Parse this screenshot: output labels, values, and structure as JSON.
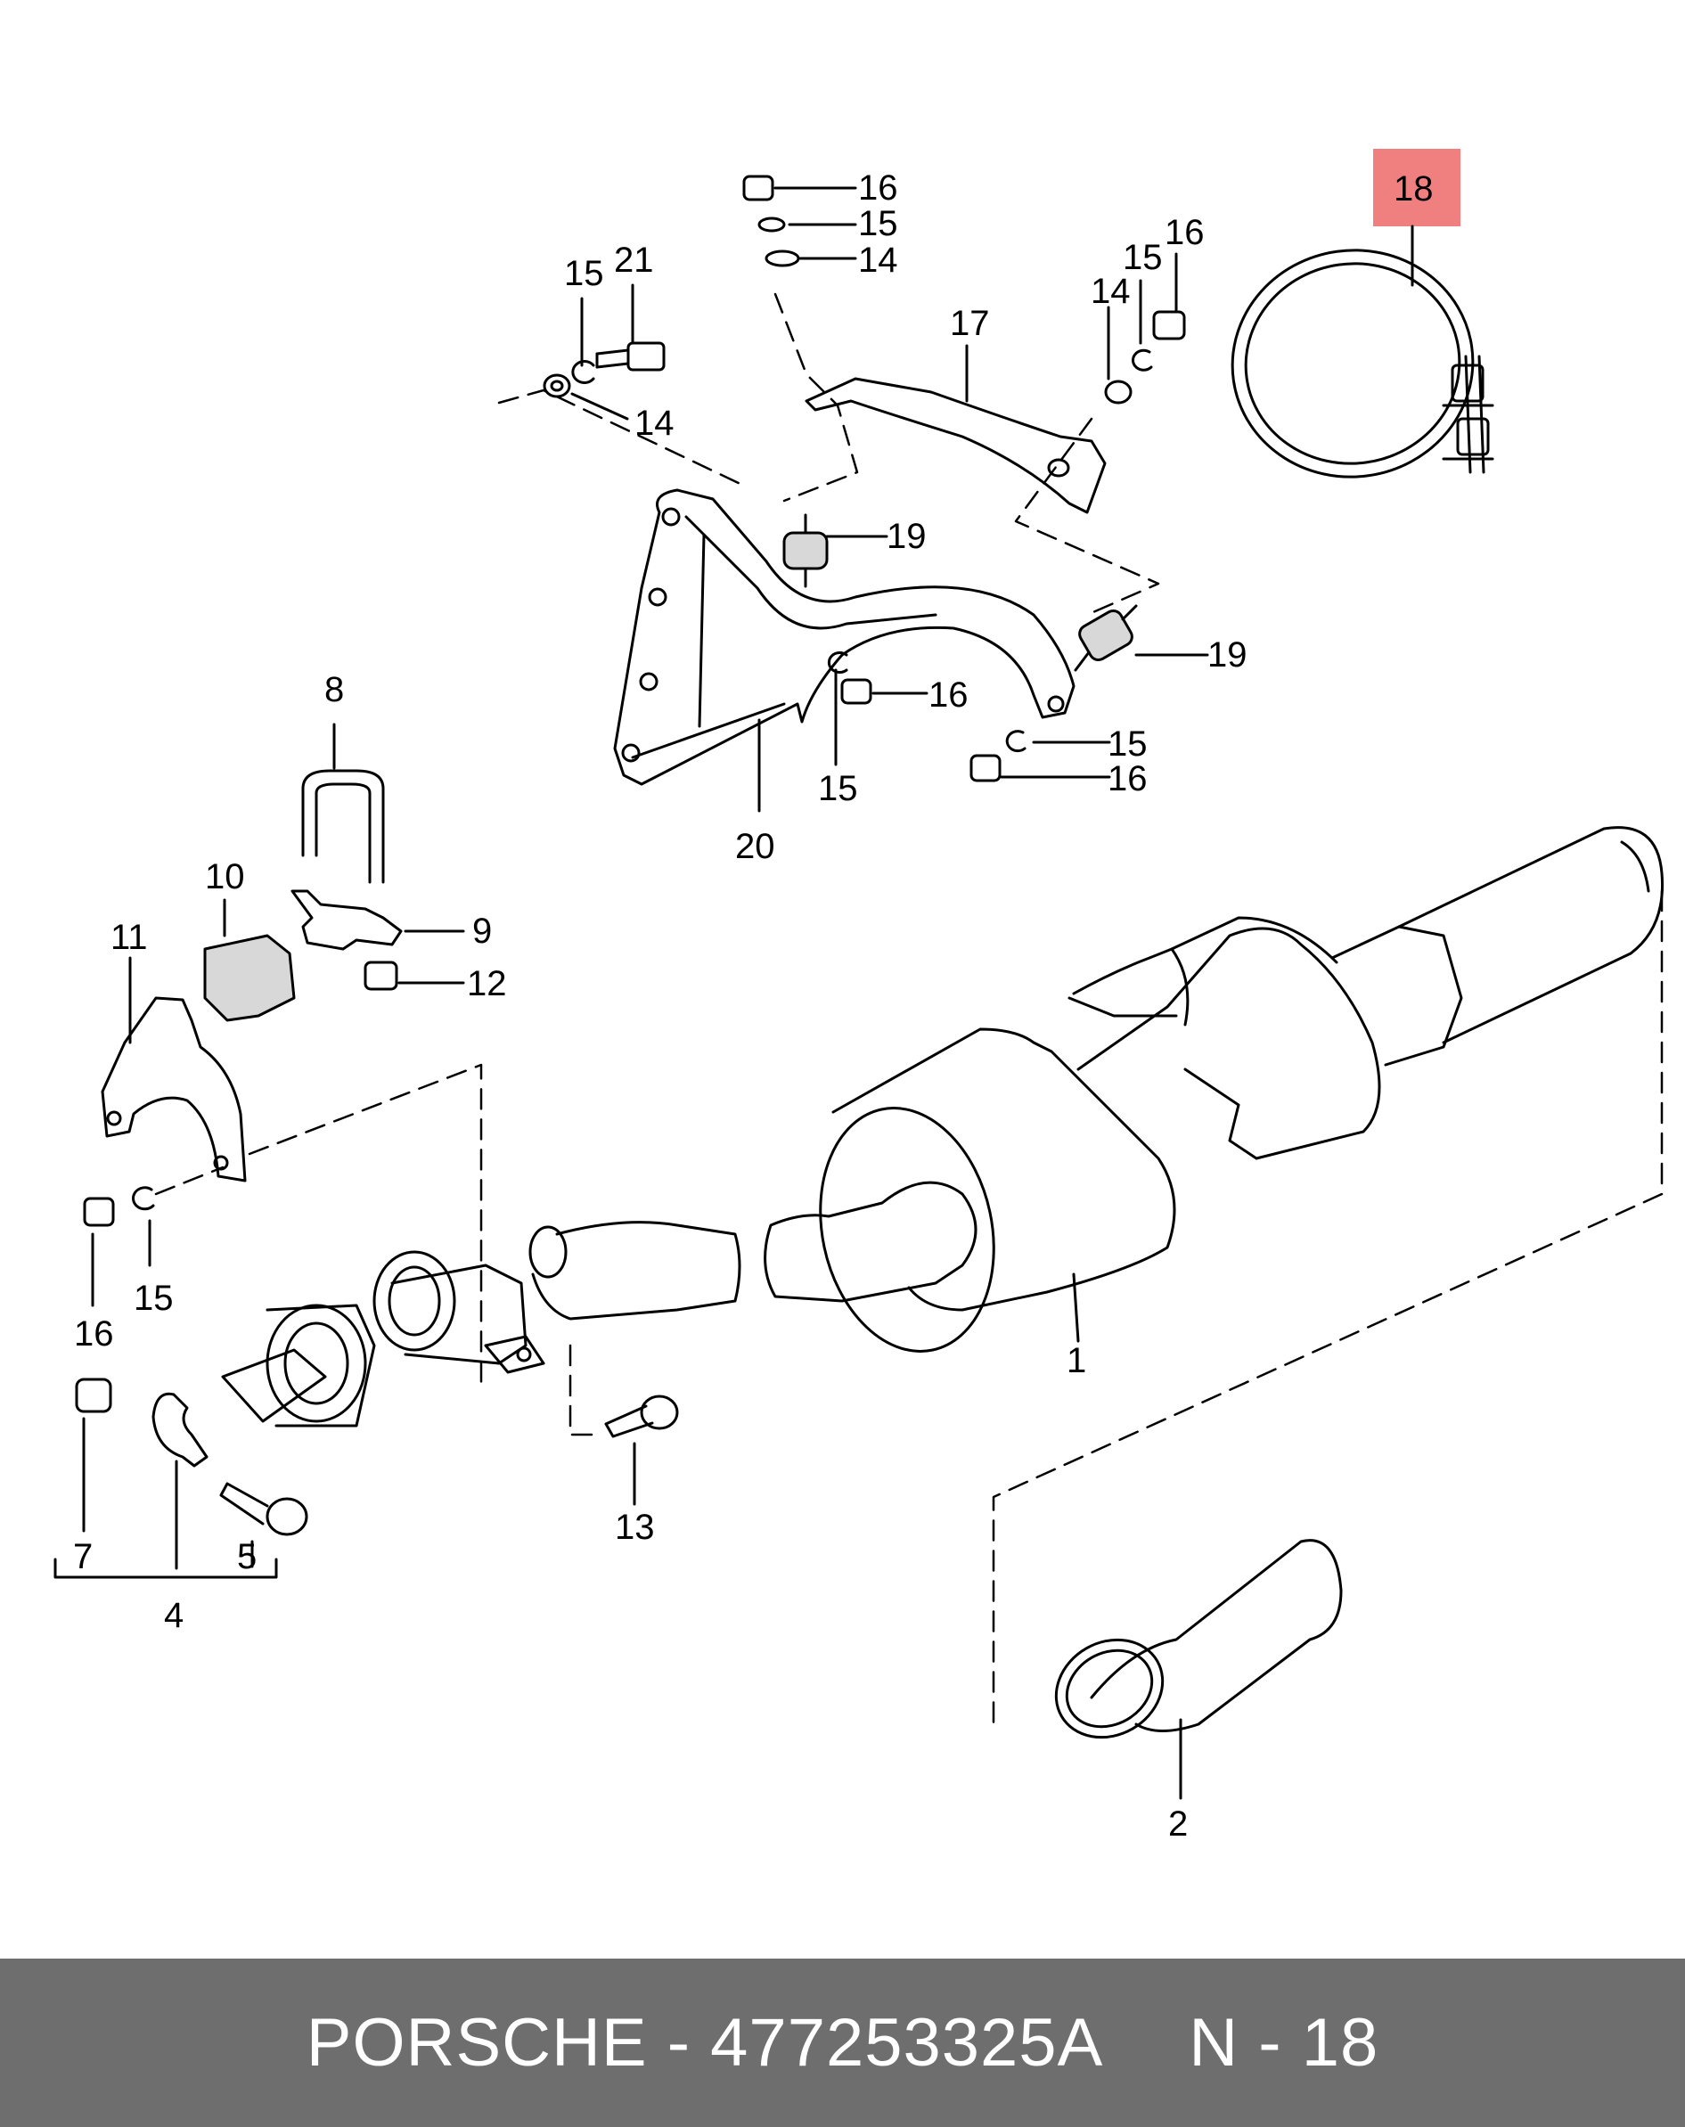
{
  "diagram": {
    "highlight_color": "#f08080",
    "callouts": {
      "n1": "1",
      "n2": "2",
      "n4": "4",
      "n5": "5",
      "n7": "7",
      "n8": "8",
      "n9": "9",
      "n10": "10",
      "n11": "11",
      "n12": "12",
      "n13": "13",
      "n14a": "14",
      "n14b": "14",
      "n14c": "14",
      "n15a": "15",
      "n15b": "15",
      "n15c": "15",
      "n15d": "15",
      "n15e": "15",
      "n15f": "15",
      "n16a": "16",
      "n16b": "16",
      "n16c": "16",
      "n16d": "16",
      "n16e": "16",
      "n17": "17",
      "n18": "18",
      "n19a": "19",
      "n19b": "19",
      "n20": "20",
      "n21": "21"
    }
  },
  "footer": {
    "brand": "PORSCHE",
    "separator": "-",
    "part_number": "477253325A",
    "diagram_ref": "N - 18"
  }
}
